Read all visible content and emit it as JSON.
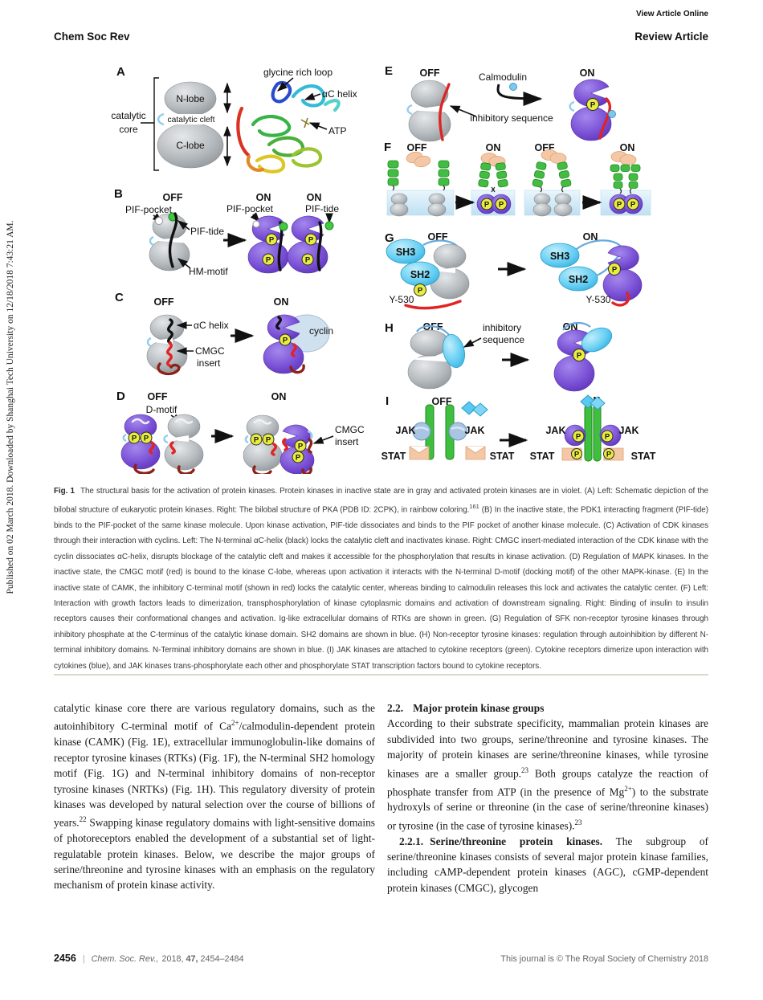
{
  "header": {
    "view_article_online": "View Article Online",
    "journal": "Chem Soc Rev",
    "article_type": "Review Article"
  },
  "sidebar_note": "Published on 02 March 2018. Downloaded by Shanghai Tech University on 12/18/2018 7:43:21 AM.",
  "figure": {
    "common": {
      "off": "OFF",
      "on": "ON",
      "p": "P"
    },
    "a": {
      "letter": "A",
      "core1": "catalytic",
      "core2": "core",
      "n_lobe": "N-lobe",
      "cleft": "catalytic cleft",
      "c_lobe": "C-lobe",
      "glycine_loop": "glycine rich loop",
      "ac_helix": "αC helix",
      "atp": "ATP"
    },
    "b": {
      "letter": "B",
      "pif_pocket": "PIF-pocket",
      "pif_tide": "PIF-tide",
      "hm_motif": "HM-motif"
    },
    "c": {
      "letter": "C",
      "ac_helix": "αC helix",
      "cmgc1": "CMGC",
      "cmgc2": "insert",
      "cyclin": "cyclin"
    },
    "d": {
      "letter": "D",
      "d_motif": "D-motif",
      "cmgc1": "CMGC",
      "cmgc2": "insert"
    },
    "e": {
      "letter": "E",
      "calmodulin": "Calmodulin",
      "inhibitory": "inhibitory sequence"
    },
    "f": {
      "letter": "F"
    },
    "g": {
      "letter": "G",
      "sh3": "SH3",
      "sh2": "SH2",
      "y530": "Y-530"
    },
    "h": {
      "letter": "H",
      "inh1": "inhibitory",
      "inh2": "sequence"
    },
    "i": {
      "letter": "I",
      "jak": "JAK",
      "stat": "STAT"
    }
  },
  "caption": {
    "label": "Fig. 1",
    "t1": "The structural basis for the activation of protein kinases. Protein kinases in inactive state are in gray and activated protein kinases are in violet. (A) Left: Schematic depiction of the bilobal structure of eukaryotic protein kinases. Right: The bilobal structure of PKA (PDB ID: 2CPK), in rainbow coloring.",
    "sup1": "161",
    "t2": " (B) In the inactive state, the PDK1 interacting fragment (PIF-tide) binds to the PIF-pocket of the same kinase molecule. Upon kinase activation, PIF-tide dissociates and binds to the PIF pocket of another kinase molecule. (C) Activation of CDK kinases through their interaction with cyclins. Left: The N-terminal αC-helix (black) locks the catalytic cleft and inactivates kinase. Right: CMGC insert-mediated interaction of the CDK kinase with the cyclin dissociates αC-helix, disrupts blockage of the catalytic cleft and makes it accessible for the phosphorylation that results in kinase activation. (D) Regulation of MAPK kinases. In the inactive state, the CMGC motif (red) is bound to the kinase C-lobe, whereas upon activation it interacts with the N-terminal D-motif (docking motif) of the other MAPK-kinase. (E) In the inactive state of CAMK, the inhibitory C-terminal motif (shown in red) locks the catalytic center, whereas binding to calmodulin releases this lock and activates the catalytic center. (F) Left: Interaction with growth factors leads to dimerization, transphosphorylation of kinase cytoplasmic domains and activation of downstream signaling. Right: Binding of insulin to insulin receptors causes their conformational changes and activation. Ig-like extracellular domains of RTKs are shown in green. (G) Regulation of SFK non-receptor tyrosine kinases through inhibitory phosphate at the C-terminus of the catalytic kinase domain. SH2 domains are shown in blue. (H) Non-receptor tyrosine kinases: regulation through autoinhibition by different N-terminal inhibitory domains. N-Terminal inhibitory domains are shown in blue. (I) JAK kinases are attached to cytokine receptors (green). Cytokine receptors dimerize upon interaction with cytokines (blue), and JAK kinases trans-phosphorylate each other and phosphorylate STAT transcription factors bound to cytokine receptors."
  },
  "left_col": {
    "t1": "catalytic kinase core there are various regulatory domains, such as the autoinhibitory C-terminal motif of Ca",
    "sup1": "2+",
    "t2": "/calmodulin-dependent protein kinase (CAMK) (Fig. 1E), extracellular immunoglobulin-like domains of receptor tyrosine kinases (RTKs) (Fig. 1F), the N-terminal SH2 homology motif (Fig. 1G) and N-terminal inhibitory domains of non-receptor tyrosine kinases (NRTKs) (Fig. 1H). This regulatory diversity of protein kinases was developed by natural selection over the course of billions of years.",
    "sup2": "22",
    "t3": " Swapping kinase regulatory domains with light-sensitive domains of photoreceptors enabled the development of a substantial set of light-regulatable protein kinases. Below, we describe the major groups of serine/threonine and tyrosine kinases with an emphasis on the regulatory mechanism of protein kinase activity."
  },
  "right_col": {
    "heading_num": "2.2.",
    "heading_text": "Major protein kinase groups",
    "p1_t1": "According to their substrate specificity, mammalian protein kinases are subdivided into two groups, serine/threonine and tyrosine kinases. The majority of protein kinases are serine/threonine kinases, while tyrosine kinases are a smaller group.",
    "p1_sup1": "23",
    "p1_t2": " Both groups catalyze the reaction of phosphate transfer from ATP (in the presence of Mg",
    "p1_sup2": "2+",
    "p1_t3": ") to the substrate hydroxyls of serine or threonine (in the case of serine/threonine kinases) or tyrosine (in the case of tyrosine kinases).",
    "p1_sup3": "23",
    "p2_num": "2.2.1.",
    "p2_bold": "Serine/threonine protein kinases.",
    "p2_text": " The subgroup of serine/threonine kinases consists of several major protein kinase families, including cAMP-dependent protein kinases (AGC), cGMP-dependent protein kinases (CMGC), glycogen"
  },
  "footer": {
    "page": "2456",
    "sep": "|",
    "journal": "Chem. Soc. Rev.,",
    "year": "2018,",
    "volume": "47,",
    "pages": "2454–2484",
    "right": "This journal is © The Royal Society of Chemistry 2018"
  }
}
